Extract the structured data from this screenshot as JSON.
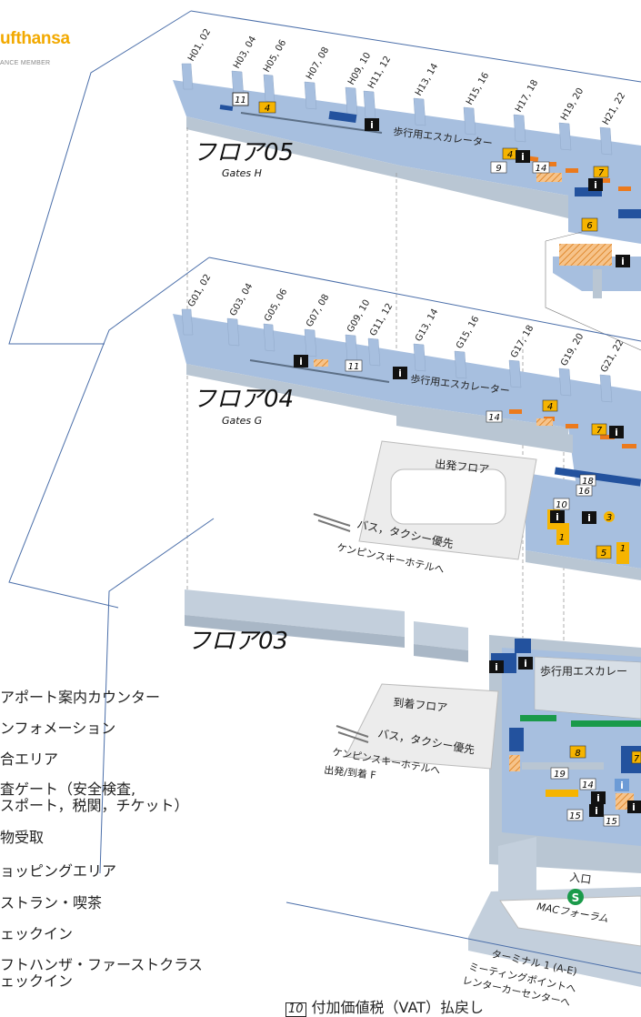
{
  "brand": {
    "name": "ufthansa",
    "tagline": "ANCE MEMBER"
  },
  "floors": [
    {
      "label_jp": "フロア",
      "number": "05",
      "sub": "Gates H"
    },
    {
      "label_jp": "フロア",
      "number": "04",
      "sub": "Gates G"
    },
    {
      "label_jp": "フロア",
      "number": "03",
      "sub": ""
    }
  ],
  "gates_h": [
    "H01, 02",
    "H03, 04",
    "H05, 06",
    "H07, 08",
    "H09, 10",
    "H11, 12",
    "H13, 14",
    "H15, 16",
    "H17, 18",
    "H19, 20",
    "H21, 22"
  ],
  "gates_g": [
    "G01, 02",
    "G03, 04",
    "G05, 06",
    "G07, 08",
    "G09, 10",
    "G11, 12",
    "G13, 14",
    "G15, 16",
    "G17, 18",
    "G19, 20",
    "G21, 22"
  ],
  "map_labels": {
    "walkway_escalator": "歩行用エスカレーター",
    "walkway_escalator_f3": "歩行用エスカレー",
    "departure_floor": "出発フロア",
    "arrival_floor": "到着フロア",
    "bus_taxi_priority": "バス，タクシー優先",
    "kempinski": "ケンピンスキーホテルへ",
    "departure_arrival_f": "出発/到着 F",
    "entrance": "入口",
    "mac_forum": "MACフォーラム",
    "terminal1": "ターミナル 1 (A-E)",
    "meeting_point": "ミーティングポイントへ",
    "rental_car": "レンターカーセンターへ"
  },
  "legend": [
    "アポート案内カウンター",
    "ンフォメーション",
    "合エリア",
    "査ゲート（安全検査,",
    "スポート，税関，チケット）",
    "物受取",
    "ョッピングエリア",
    "ストラン・喫茶",
    "ェックイン",
    "フトハンザ・ファーストクラス",
    "ェックイン"
  ],
  "footnote": {
    "number": "10",
    "text": "付加価値税（VAT）払戻し"
  },
  "badges": [
    "11",
    "4",
    "4",
    "9",
    "14",
    "7",
    "6",
    "11",
    "4",
    "14",
    "7",
    "18",
    "16",
    "10",
    "1",
    "3",
    "5",
    "1",
    "8",
    "19",
    "14",
    "15",
    "15",
    "7"
  ],
  "colors": {
    "floor_blue": "#a7bfdf",
    "wall_grey": "#b9c6d3",
    "dark_blue": "#23529e",
    "orange": "#ec7a1c",
    "yellow": "#f6b400",
    "green": "#1a9a4a"
  }
}
